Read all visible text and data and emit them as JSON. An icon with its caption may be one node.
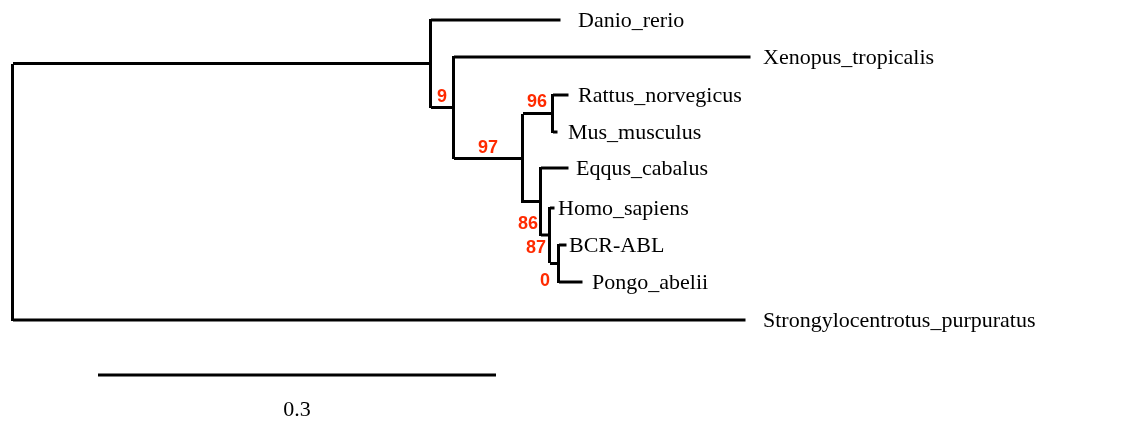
{
  "diagram": {
    "nodes": [
      {
        "text": [],
        "shape": "bar"
      },
      {
        "text": [],
        "shape": "bar"
      },
      {
        "text": [
          "Danio_rerio"
        ]
      },
      {
        "text": [],
        "shape": "bar",
        "beside": [
          "9"
        ]
      },
      {
        "text": [
          "Xenopus_tropicalis"
        ]
      },
      {
        "text": [],
        "shape": "bar",
        "beside": [
          "97"
        ]
      },
      {
        "text": [],
        "shape": "bar",
        "beside": [
          "96"
        ]
      },
      {
        "text": [
          "Rattus_norvegicus"
        ]
      },
      {
        "text": [
          "Mus_musculus"
        ]
      },
      {
        "text": [],
        "shape": "bar",
        "beside": [
          "86"
        ]
      },
      {
        "text": [
          "Eqqus_cabalus"
        ]
      },
      {
        "text": [],
        "shape": "bar",
        "beside": [
          "87"
        ]
      },
      {
        "text": [
          "Homo_sapiens"
        ]
      },
      {
        "text": [],
        "shape": "bar",
        "beside": [
          "0"
        ]
      },
      {
        "text": [
          "BCR-ABL"
        ]
      },
      {
        "text": [
          "Pongo_abelii"
        ]
      },
      {
        "text": [
          "Strongylocentrotus_purpuratus"
        ]
      }
    ],
    "edges": [
      {
        "from": 0,
        "to": 1,
        "arrow": "none"
      },
      {
        "from": 0,
        "to": 16,
        "arrow": "none"
      },
      {
        "from": 1,
        "to": 2,
        "arrow": "none"
      },
      {
        "from": 1,
        "to": 3,
        "arrow": "none"
      },
      {
        "from": 3,
        "to": 4,
        "arrow": "none"
      },
      {
        "from": 3,
        "to": 5,
        "arrow": "none"
      },
      {
        "from": 5,
        "to": 6,
        "arrow": "none"
      },
      {
        "from": 6,
        "to": 7,
        "arrow": "none"
      },
      {
        "from": 6,
        "to": 8,
        "arrow": "none"
      },
      {
        "from": 5,
        "to": 9,
        "arrow": "none"
      },
      {
        "from": 9,
        "to": 10,
        "arrow": "none"
      },
      {
        "from": 9,
        "to": 11,
        "arrow": "none"
      },
      {
        "from": 11,
        "to": 12,
        "arrow": "none"
      },
      {
        "from": 11,
        "to": 13,
        "arrow": "none"
      },
      {
        "from": 13,
        "to": 14,
        "arrow": "none"
      },
      {
        "from": 13,
        "to": 15,
        "arrow": "none"
      }
    ],
    "labels": [
      "0.3"
    ]
  }
}
